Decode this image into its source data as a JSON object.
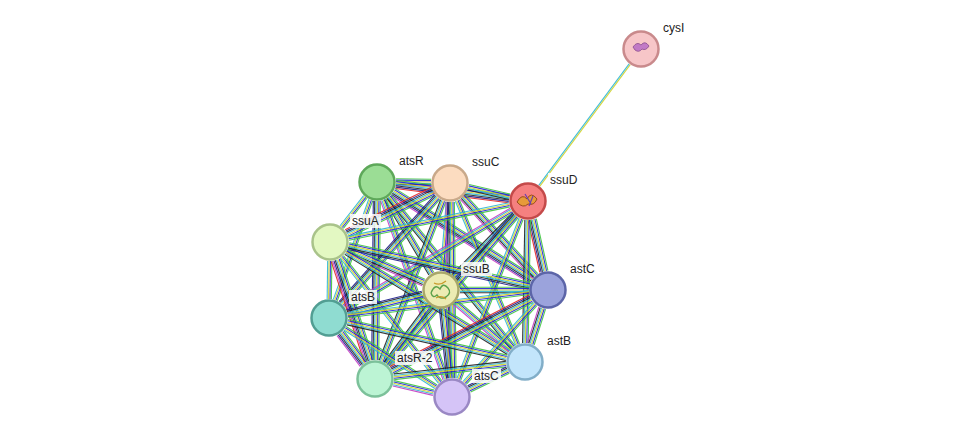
{
  "diagram": {
    "nodes": [
      {
        "text": [
          "cysI"
        ]
      },
      {
        "text": [
          "atsR"
        ]
      },
      {
        "text": [
          "ssuC"
        ]
      },
      {
        "text": [
          "ssuD"
        ]
      },
      {
        "text": [
          "ssuA"
        ]
      },
      {
        "text": [
          "ssuB"
        ]
      },
      {
        "text": [
          "astC"
        ]
      },
      {
        "text": [
          "atsB"
        ]
      },
      {
        "text": [
          "astB"
        ]
      },
      {
        "text": [
          "atsR-2"
        ]
      },
      {
        "text": [
          "atsC"
        ]
      }
    ],
    "edges": [
      {
        "from": 0,
        "to": 3,
        "arrow": "none"
      },
      {
        "from": 1,
        "to": 2,
        "arrow": "none"
      },
      {
        "from": 1,
        "to": 3,
        "arrow": "none"
      },
      {
        "from": 1,
        "to": 4,
        "arrow": "none"
      },
      {
        "from": 1,
        "to": 5,
        "arrow": "none"
      },
      {
        "from": 1,
        "to": 6,
        "arrow": "none"
      },
      {
        "from": 1,
        "to": 7,
        "arrow": "none"
      },
      {
        "from": 1,
        "to": 8,
        "arrow": "none"
      },
      {
        "from": 1,
        "to": 9,
        "arrow": "none"
      },
      {
        "from": 1,
        "to": 10,
        "arrow": "none"
      },
      {
        "from": 2,
        "to": 3,
        "arrow": "none"
      },
      {
        "from": 2,
        "to": 4,
        "arrow": "none"
      },
      {
        "from": 2,
        "to": 5,
        "arrow": "none"
      },
      {
        "from": 2,
        "to": 6,
        "arrow": "none"
      },
      {
        "from": 2,
        "to": 7,
        "arrow": "none"
      },
      {
        "from": 2,
        "to": 8,
        "arrow": "none"
      },
      {
        "from": 2,
        "to": 9,
        "arrow": "none"
      },
      {
        "from": 2,
        "to": 10,
        "arrow": "none"
      },
      {
        "from": 3,
        "to": 4,
        "arrow": "none"
      },
      {
        "from": 3,
        "to": 5,
        "arrow": "none"
      },
      {
        "from": 3,
        "to": 6,
        "arrow": "none"
      },
      {
        "from": 3,
        "to": 7,
        "arrow": "none"
      },
      {
        "from": 3,
        "to": 8,
        "arrow": "none"
      },
      {
        "from": 3,
        "to": 9,
        "arrow": "none"
      },
      {
        "from": 3,
        "to": 10,
        "arrow": "none"
      },
      {
        "from": 4,
        "to": 5,
        "arrow": "none"
      },
      {
        "from": 4,
        "to": 6,
        "arrow": "none"
      },
      {
        "from": 4,
        "to": 7,
        "arrow": "none"
      },
      {
        "from": 4,
        "to": 8,
        "arrow": "none"
      },
      {
        "from": 4,
        "to": 9,
        "arrow": "none"
      },
      {
        "from": 4,
        "to": 10,
        "arrow": "none"
      },
      {
        "from": 5,
        "to": 6,
        "arrow": "none"
      },
      {
        "from": 5,
        "to": 7,
        "arrow": "none"
      },
      {
        "from": 5,
        "to": 8,
        "arrow": "none"
      },
      {
        "from": 5,
        "to": 9,
        "arrow": "none"
      },
      {
        "from": 5,
        "to": 10,
        "arrow": "none"
      },
      {
        "from": 6,
        "to": 7,
        "arrow": "none"
      },
      {
        "from": 6,
        "to": 8,
        "arrow": "none"
      },
      {
        "from": 6,
        "to": 9,
        "arrow": "none"
      },
      {
        "from": 6,
        "to": 10,
        "arrow": "none"
      },
      {
        "from": 7,
        "to": 8,
        "arrow": "none"
      },
      {
        "from": 7,
        "to": 9,
        "arrow": "none"
      },
      {
        "from": 7,
        "to": 10,
        "arrow": "none"
      },
      {
        "from": 8,
        "to": 9,
        "arrow": "none"
      },
      {
        "from": 8,
        "to": 10,
        "arrow": "none"
      },
      {
        "from": 9,
        "to": 10,
        "arrow": "none"
      }
    ]
  }
}
